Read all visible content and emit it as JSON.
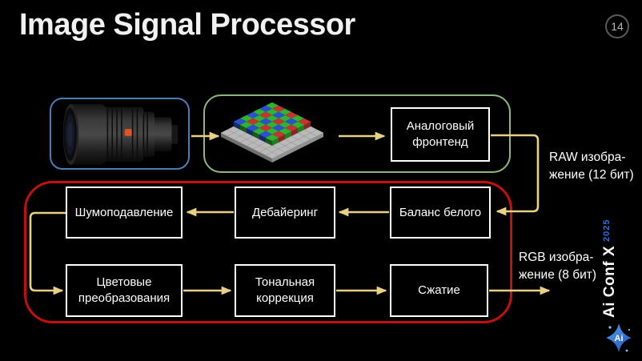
{
  "slide": {
    "title": "Image Signal Processor",
    "page_number": "14"
  },
  "colors": {
    "arrow": "#e8d084",
    "blue_border": "#4a7eb8",
    "green_border": "#8fb67c",
    "red_border": "#c40f0f",
    "box_border": "#ffffff",
    "text_color": "#ffffff",
    "logo_blue": "#2e6fd0"
  },
  "pipeline": {
    "analog_frontend": {
      "line1": "Аналоговый",
      "line2": "фронтенд"
    },
    "noise_reduction": "Шумоподавление",
    "debayering": "Дебайеринг",
    "white_balance": "Баланс белого",
    "color_transforms": {
      "line1": "Цветовые",
      "line2": "преобразования"
    },
    "tone_correction": {
      "line1": "Тональная",
      "line2": "коррекция"
    },
    "compression": "Сжатие",
    "raw_label": {
      "line1": "RAW изобра-",
      "line2": "жение (12 бит)"
    },
    "rgb_label": {
      "line1": "RGB изобра-",
      "line2": "жение (8 бит)"
    }
  },
  "logo": {
    "brand": "Ai Conf X",
    "year": "2025",
    "icon_text": "Ai"
  },
  "bayer": {
    "green": "#2eb42e",
    "red": "#c83232",
    "blue": "#2d4fd2",
    "plate_top": "#b9b9b9",
    "grid": "#9a9a9a"
  }
}
